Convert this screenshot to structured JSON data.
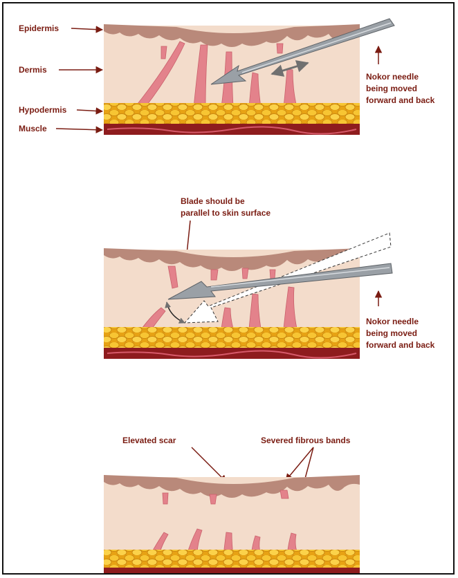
{
  "panel1": {
    "labels": {
      "epidermis": "Epidermis",
      "dermis": "Dermis",
      "hypodermis": "Hypodermis",
      "muscle": "Muscle"
    },
    "needle_caption": [
      "Nokor needle",
      "being moved",
      "forward and back"
    ]
  },
  "panel2": {
    "blade_caption": [
      "Blade should be",
      "parallel to skin surface"
    ],
    "needle_caption": [
      "Nokor needle",
      "being moved",
      "forward and back"
    ]
  },
  "panel3": {
    "elevated_scar": "Elevated scar",
    "severed_bands": "Severed fibrous bands"
  },
  "colors": {
    "label_text": "#7a1c12",
    "epidermis": "#b9897a",
    "dermis": "#f3dccb",
    "fibrous_band": "#e3828b",
    "fat": "#f2b81f",
    "muscle": "#8e1c1e",
    "needle": "#9aa0a6"
  },
  "icons": [
    "arrow-icon",
    "double-arrow-icon",
    "needle-icon"
  ]
}
